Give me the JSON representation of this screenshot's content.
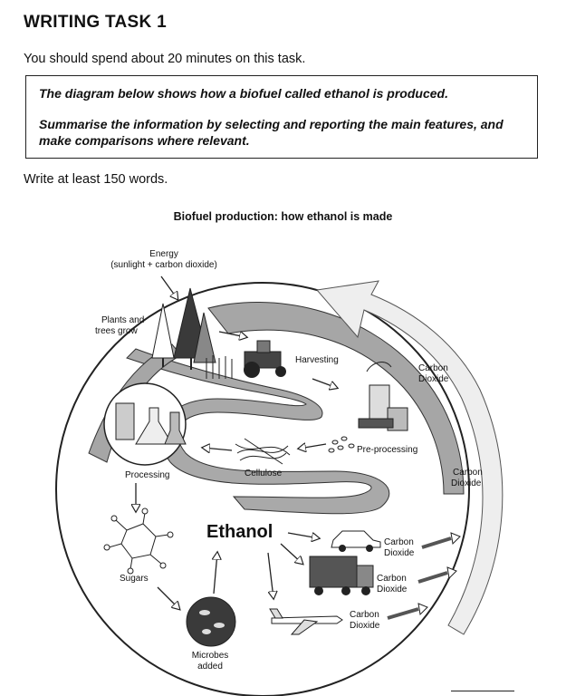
{
  "task": {
    "heading": "WRITING TASK 1",
    "time_note": "You should spend about 20 minutes on this task.",
    "prompt_line1": "The diagram below shows how a biofuel called ethanol is produced.",
    "prompt_line2a": "Summarise the information by selecting and reporting the main features, and",
    "prompt_line2b": "make comparisons where relevant.",
    "word_count": "Write at least 150 words."
  },
  "diagram": {
    "title": "Biofuel production: how ethanol is made",
    "energy_line1": "Energy",
    "energy_line2": "(sunlight + carbon dioxide)",
    "plants_line1": "Plants and",
    "plants_line2": "trees grow",
    "harvesting": "Harvesting",
    "preprocessing": "Pre-processing",
    "cellulose": "Cellulose",
    "processing": "Processing",
    "sugars": "Sugars",
    "microbes_line1": "Microbes",
    "microbes_line2": "added",
    "ethanol": "Ethanol",
    "co2_line1": "Carbon",
    "co2_line2": "Dioxide"
  },
  "colors": {
    "ring": "#a6a6a6",
    "river": "#a9a9a9",
    "arrow": "#c8c8c8",
    "border": "#222222"
  }
}
